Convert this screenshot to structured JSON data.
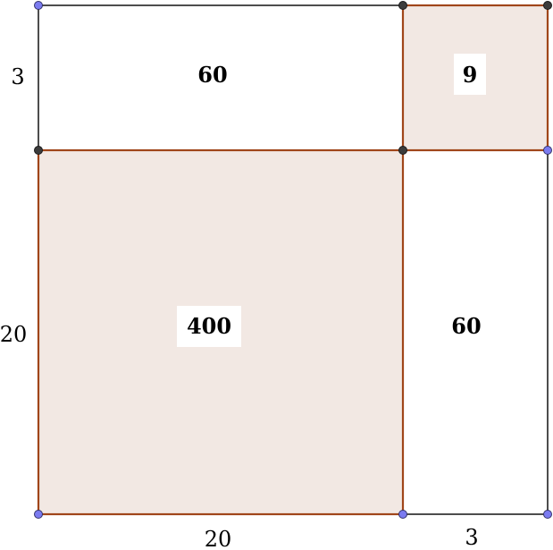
{
  "diagram": {
    "side_labels": {
      "top_left": "3",
      "left_lower": "20",
      "bottom_left": "20",
      "bottom_right": "3"
    },
    "area_labels": {
      "top_left_rect": "60",
      "top_right_square": "9",
      "bottom_left_square": "400",
      "bottom_right_rect": "60"
    },
    "colors": {
      "square_fill": "#f2e8e3",
      "square_stroke": "#a0461a",
      "rect_stroke": "#4d4d4d",
      "point_blue": "#7b7bf0",
      "point_dark": "#3c3c3c",
      "label_bg": "#ffffff"
    }
  }
}
